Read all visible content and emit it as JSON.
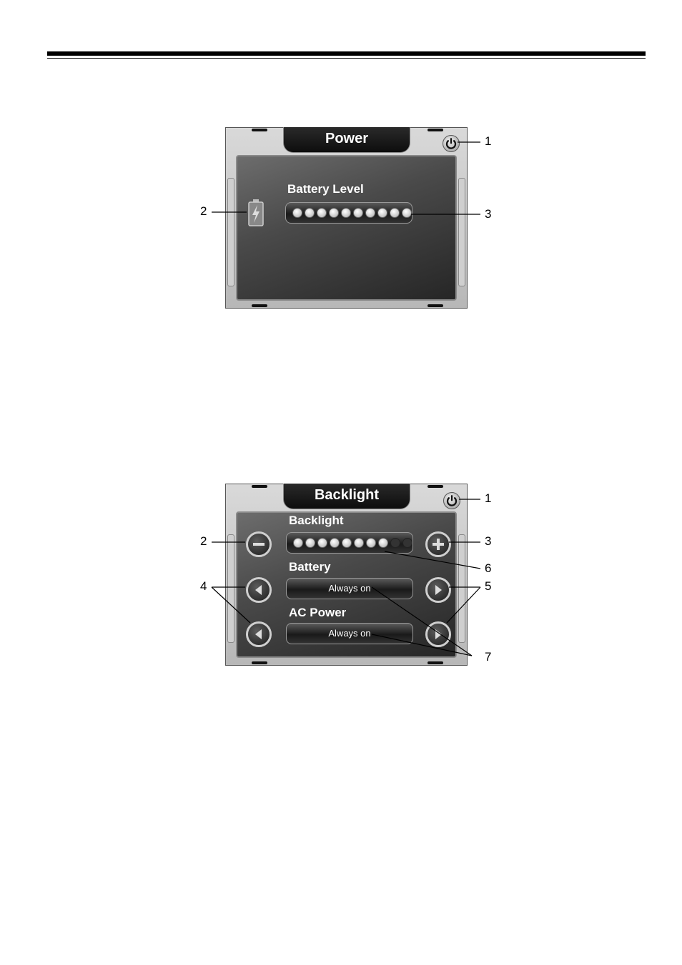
{
  "power_screen": {
    "title": "Power",
    "battery_label": "Battery Level",
    "battery_level_dots": 10,
    "battery_level_total": 10,
    "callouts": [
      "1",
      "2",
      "3"
    ]
  },
  "backlight_screen": {
    "title": "Backlight",
    "backlight_label": "Backlight",
    "backlight_level_dots": 8,
    "backlight_level_total": 10,
    "battery_label": "Battery",
    "battery_value": "Always on",
    "ac_label": "AC Power",
    "ac_value": "Always on",
    "callouts": [
      "1",
      "2",
      "3",
      "4",
      "5",
      "6",
      "7"
    ]
  },
  "icons": {
    "power": "power-icon",
    "battery": "battery-icon",
    "minus": "minus-icon",
    "plus": "plus-icon",
    "left": "left-arrow-icon",
    "right": "right-arrow-icon"
  }
}
